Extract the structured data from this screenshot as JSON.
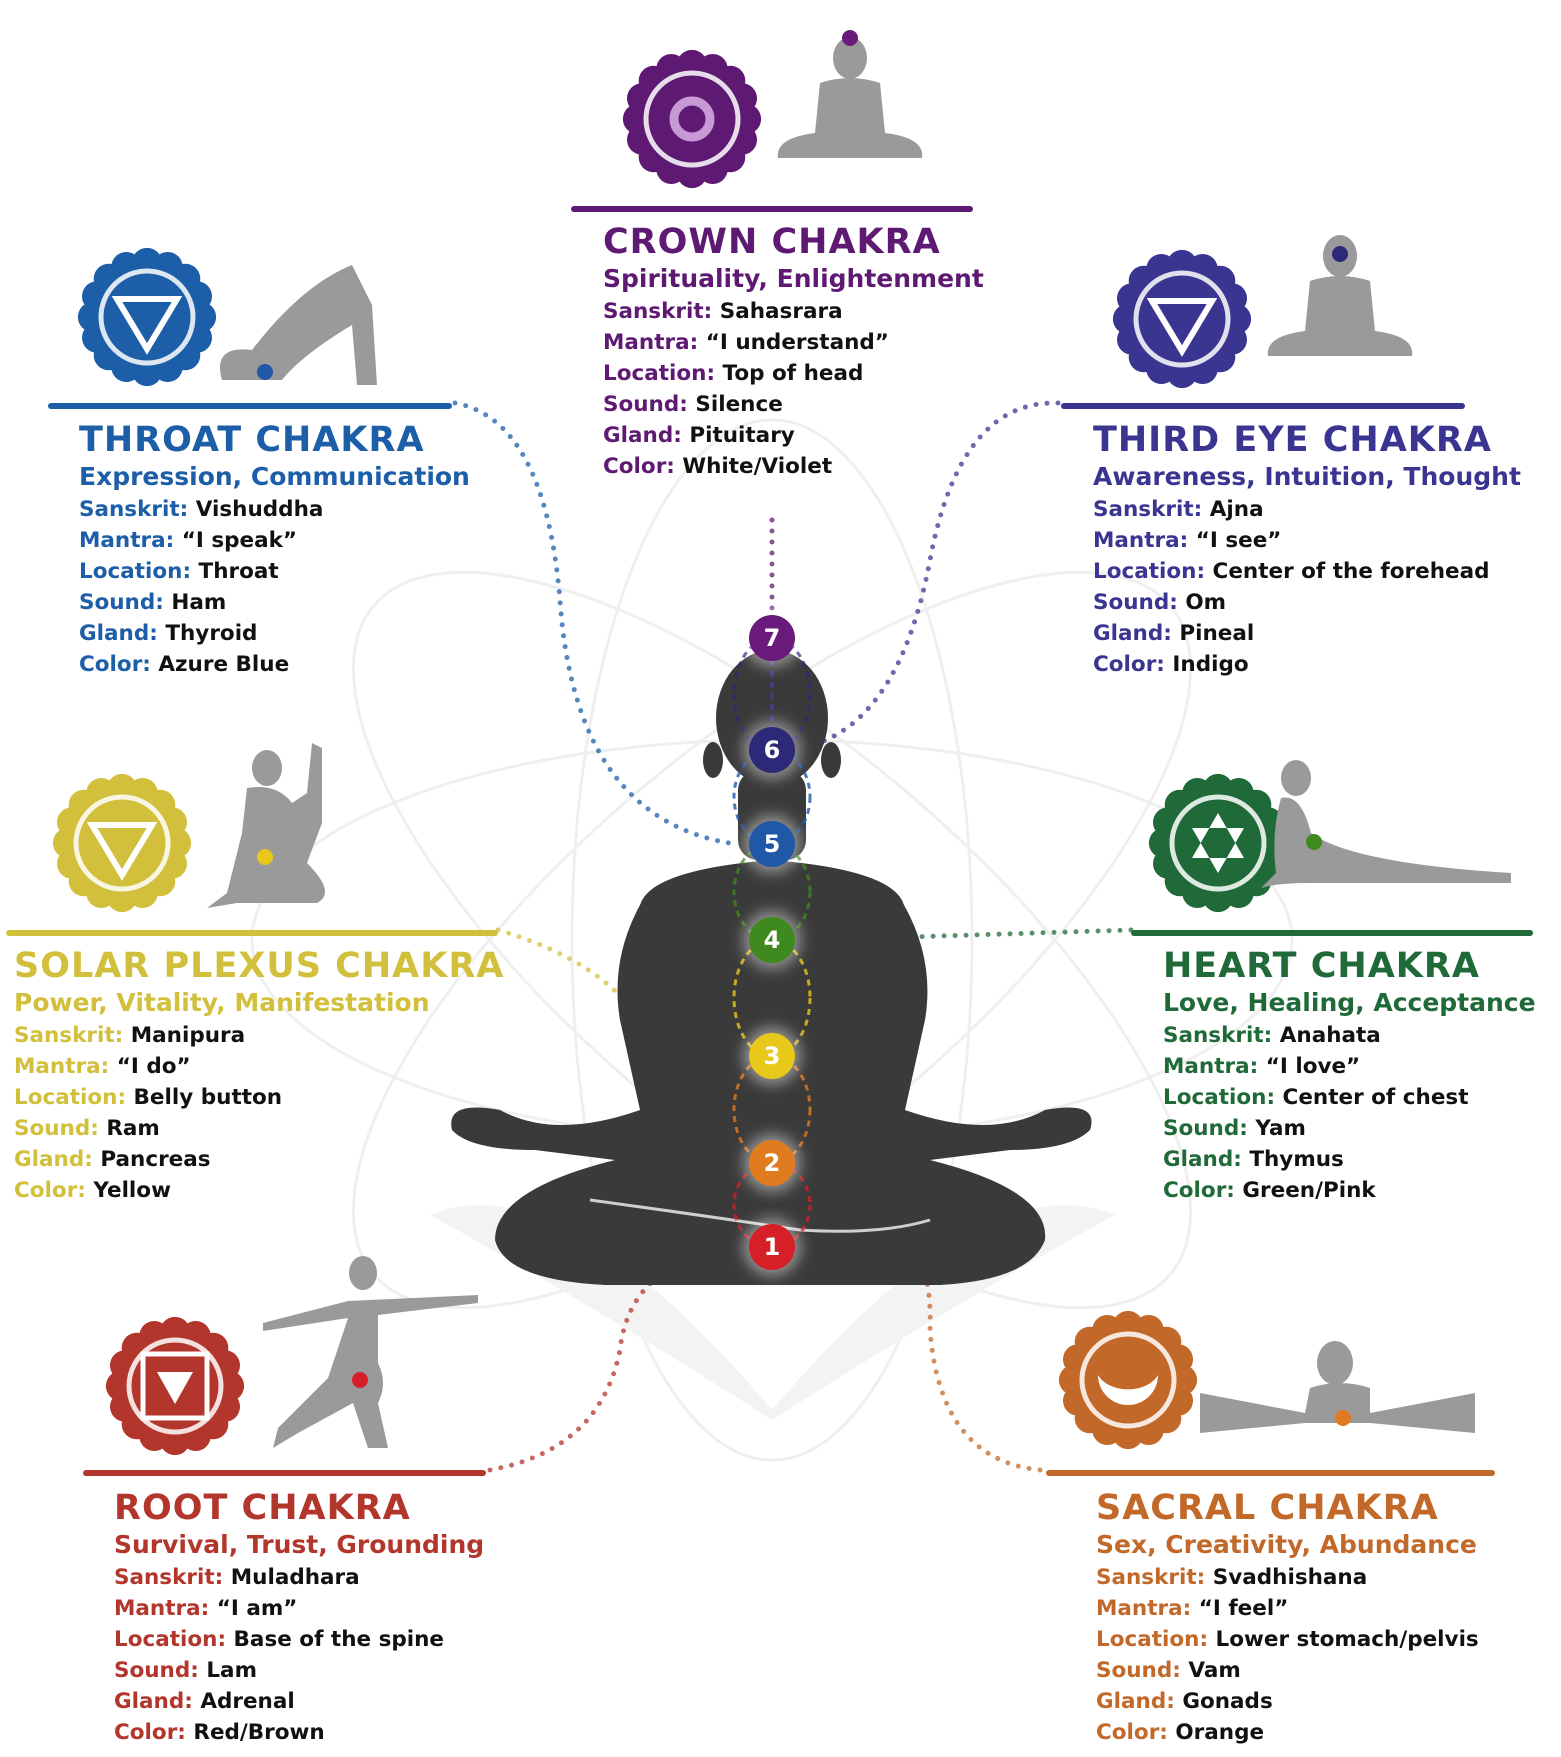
{
  "chakras": [
    {
      "id": "crown",
      "number": "7",
      "title": "CROWN CHAKRA",
      "subtitle": "Spirituality, Enlightenment",
      "color": "#5e1a72",
      "icon": "crown-chakra-lotus-icon",
      "fields": [
        {
          "label": "Sanskrit:",
          "value": "Sahasrara"
        },
        {
          "label": "Mantra:",
          "value": "“I understand”"
        },
        {
          "label": "Location:",
          "value": "Top of head"
        },
        {
          "label": "Sound:",
          "value": "Silence"
        },
        {
          "label": "Gland:",
          "value": "Pituitary"
        },
        {
          "label": "Color:",
          "value": "White/Violet"
        }
      ]
    },
    {
      "id": "third-eye",
      "number": "6",
      "title": "THIRD EYE CHAKRA",
      "subtitle": "Awareness, Intuition, Thought",
      "color": "#3a3590",
      "icon": "third-eye-chakra-icon",
      "fields": [
        {
          "label": "Sanskrit:",
          "value": "Ajna"
        },
        {
          "label": "Mantra:",
          "value": "“I see”"
        },
        {
          "label": "Location:",
          "value": "Center of the forehead"
        },
        {
          "label": "Sound:",
          "value": "Om"
        },
        {
          "label": "Gland:",
          "value": "Pineal"
        },
        {
          "label": "Color:",
          "value": "Indigo"
        }
      ]
    },
    {
      "id": "throat",
      "number": "5",
      "title": "THROAT CHAKRA",
      "subtitle": "Expression, Communication",
      "color": "#1d5ea8",
      "icon": "throat-chakra-icon",
      "fields": [
        {
          "label": "Sanskrit:",
          "value": "Vishuddha"
        },
        {
          "label": "Mantra:",
          "value": "“I speak”"
        },
        {
          "label": "Location:",
          "value": "Throat"
        },
        {
          "label": "Sound:",
          "value": "Ham"
        },
        {
          "label": "Gland:",
          "value": "Thyroid"
        },
        {
          "label": "Color:",
          "value": "Azure Blue"
        }
      ]
    },
    {
      "id": "heart",
      "number": "4",
      "title": "HEART CHAKRA",
      "subtitle": "Love, Healing, Acceptance",
      "color": "#1f6a38",
      "icon": "heart-chakra-star-icon",
      "fields": [
        {
          "label": "Sanskrit:",
          "value": "Anahata"
        },
        {
          "label": "Mantra:",
          "value": "“I love”"
        },
        {
          "label": "Location:",
          "value": "Center of chest"
        },
        {
          "label": "Sound:",
          "value": "Yam"
        },
        {
          "label": "Gland:",
          "value": "Thymus"
        },
        {
          "label": "Color:",
          "value": "Green/Pink"
        }
      ]
    },
    {
      "id": "solar-plexus",
      "number": "3",
      "title": "SOLAR PLEXUS CHAKRA",
      "subtitle": "Power, Vitality, Manifestation",
      "color": "#d2c03c",
      "icon": "solar-plexus-chakra-icon",
      "fields": [
        {
          "label": "Sanskrit:",
          "value": "Manipura"
        },
        {
          "label": "Mantra:",
          "value": "“I do”"
        },
        {
          "label": "Location:",
          "value": "Belly button"
        },
        {
          "label": "Sound:",
          "value": "Ram"
        },
        {
          "label": "Gland:",
          "value": "Pancreas"
        },
        {
          "label": "Color:",
          "value": "Yellow"
        }
      ]
    },
    {
      "id": "sacral",
      "number": "2",
      "title": "SACRAL CHAKRA",
      "subtitle": "Sex, Creativity, Abundance",
      "color": "#c2692a",
      "icon": "sacral-chakra-moon-icon",
      "fields": [
        {
          "label": "Sanskrit:",
          "value": "Svadhishana"
        },
        {
          "label": "Mantra:",
          "value": "“I feel”"
        },
        {
          "label": "Location:",
          "value": "Lower stomach/pelvis"
        },
        {
          "label": "Sound:",
          "value": "Vam"
        },
        {
          "label": "Gland:",
          "value": "Gonads"
        },
        {
          "label": "Color:",
          "value": "Orange"
        }
      ]
    },
    {
      "id": "root",
      "number": "1",
      "title": "ROOT CHAKRA",
      "subtitle": "Survival, Trust, Grounding",
      "color": "#b3362c",
      "icon": "root-chakra-square-icon",
      "fields": [
        {
          "label": "Sanskrit:",
          "value": "Muladhara"
        },
        {
          "label": "Mantra:",
          "value": "“I am”"
        },
        {
          "label": "Location:",
          "value": "Base of the spine"
        },
        {
          "label": "Sound:",
          "value": "Lam"
        },
        {
          "label": "Gland:",
          "value": "Adrenal"
        },
        {
          "label": "Color:",
          "value": "Red/Brown"
        }
      ]
    }
  ],
  "marker_colors": [
    "#6a1a7a",
    "#2c2a78",
    "#1f58a6",
    "#3e8a1e",
    "#e8c81a",
    "#e07b20",
    "#d61f26"
  ]
}
